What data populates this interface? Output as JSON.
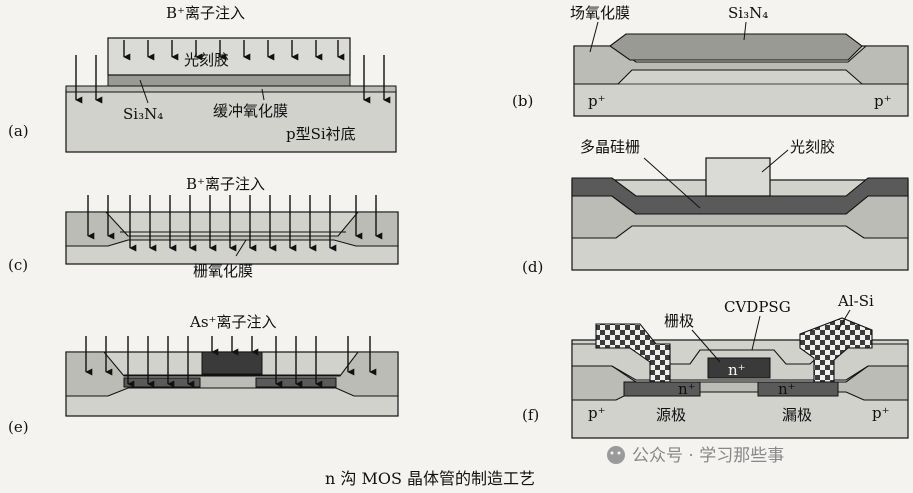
{
  "panel_labels": {
    "a": "(a)",
    "b": "(b)",
    "c": "(c)",
    "d": "(d)",
    "e": "(e)",
    "f": "(f)"
  },
  "panel_a": {
    "implant": "B⁺离子注入",
    "resist": "光刻胶",
    "nitride": "Si₃N₄",
    "buffer_oxide": "缓冲氧化膜",
    "substrate": "p型Si衬底"
  },
  "panel_b": {
    "field_oxide": "场氧化膜",
    "nitride": "Si₃N₄",
    "p_plus_left": "p⁺",
    "p_plus_right": "p⁺"
  },
  "panel_c": {
    "implant": "B⁺离子注入",
    "gate_oxide": "栅氧化膜"
  },
  "panel_d": {
    "poly_gate": "多晶硅栅",
    "resist": "光刻胶"
  },
  "panel_e": {
    "implant": "As⁺离子注入"
  },
  "panel_f": {
    "gate": "栅极",
    "cvdpsg": "CVDPSG",
    "metal": "Al-Si",
    "n_plus_center": "n⁺",
    "n_plus_left": "n⁺",
    "n_plus_right": "n⁺",
    "source": "源极",
    "drain": "漏极",
    "p_plus_left": "p⁺",
    "p_plus_right": "p⁺"
  },
  "caption": "n 沟 MOS 晶体管的制造工艺",
  "watermark": "公众号 · 学习那些事",
  "colors": {
    "background": "#f4f3ef",
    "substrate": "#d2d2cc",
    "oxide": "#bcbcb6",
    "poly": "#5a5a5a",
    "resist": "#dadad6",
    "dark": "#3a3a3a"
  }
}
